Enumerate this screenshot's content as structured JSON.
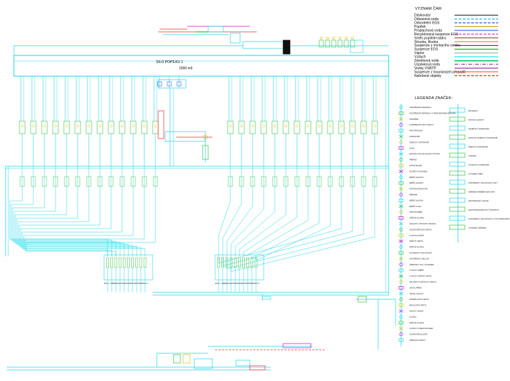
{
  "title_lines": "VÝZNAM ČAR:",
  "title_symbols": "LEGENDA ZNAČEK:",
  "silo_label": "SILO POPÍLKU 1",
  "silo_volume": "1000 m3",
  "line_legend": [
    {
      "label": "Dávkování",
      "color": "#000000",
      "style": "solid"
    },
    {
      "label": "Odsazená voda",
      "color": "#00bcd4",
      "style": "dashed"
    },
    {
      "label": "Odvodnění EGS",
      "color": "#1e3aff",
      "style": "dashed"
    },
    {
      "label": "Popílek",
      "color": "#c49a00",
      "style": "solid"
    },
    {
      "label": "Proplachová voda",
      "color": "#2962ff",
      "style": "solid"
    },
    {
      "label": "Recyklovaná suspenze EGS",
      "color": "#d400d4",
      "style": "dashed"
    },
    {
      "label": "Směs popílek+sádra",
      "color": "#7a5230",
      "style": "solid"
    },
    {
      "label": "Struska, škvára",
      "color": "#ff7043",
      "style": "solid"
    },
    {
      "label": "Suspenze z míchacího centra",
      "color": "#b0005a",
      "style": "solid"
    },
    {
      "label": "Suspenze EGS",
      "color": "#00a000",
      "style": "solid"
    },
    {
      "label": "Vápno",
      "color": "#9e9e9e",
      "style": "solid"
    },
    {
      "label": "Vzduch",
      "color": "#00e5ff",
      "style": "solid"
    },
    {
      "label": "Záměsová voda",
      "color": "#00c853",
      "style": "double"
    },
    {
      "label": "Ucpávková voda",
      "color": "#7b1fa2",
      "style": "dashdot"
    },
    {
      "label": "Vozby VSRTP",
      "color": "#8e24aa",
      "style": "solid"
    },
    {
      "label": "Suspenze z tovaniových přepadů",
      "color": "#e65100",
      "style": "solid"
    },
    {
      "label": "Nařešené objekty",
      "color": "#ff0000",
      "style": "dashed"
    }
  ],
  "symbol_legend_left": [
    "ODSTŘEDIVÉ ČERPADLO",
    "ODSTŘEDIVÉ ČERPADLO S FREKVENČNÍM MĚNIČEM",
    "ZÁSOBNÍK",
    "KOMPRESOR, DMYCHADLO",
    "PROTIPROUDÁ",
    "DOPRAVNÍK",
    "ŠNEKOVÝ DOPRAVNÍK",
    "FILTR",
    "MOKRÁ A SUCHÁ KLAPKA VÝPUSTI",
    "PŘEPAD",
    "RUČNÍ ŠOUPĚ",
    "ŠOUPĚ S POHONEM",
    "MĚŘIČ HUSTOTY",
    "MĚŘIČ HLADINY",
    "ROTAČNÍ DÁVKOVAČ",
    "PŘÍRUBA",
    "MĚŘIČ HLADINY",
    "MĚŘIČ TLAKU",
    "PRŮTOKOMĚR",
    "ZPĚTNÁ KLAPKA",
    "ZÁSUVNÝ VÝPUSTNÝ PROPOJ",
    "ODVZDUŠŇOVACÍ VENTIL",
    "TLAKOVÁ SKŘÍŇ",
    "ZPĚTNÝ VENTIL",
    "ZPĚTNÁ KLAPKA",
    "DYNAMICKÝ ODLUČOVAČ",
    "ODSTŘEDIVÝ OBLOUK",
    "ČERPADLO S EL. POHONEM",
    "TLAKOVÝ MĚŘIČ",
    "TLAKOVÝ ZPĚTNÝ VENTIL",
    "SKLOPNÝ TLAČÍTKOVÝ VENTIL",
    "VENTIL PŘÍMÝ",
    "VENTIL ÚHLOVÝ",
    "ROZDĚLOVACÍ VENTIL",
    "REGULAČNÍ VENTIL",
    "KULOVÝ VENTIL",
    "KLAPKA",
    "ZPĚTNÁ KLAPKA",
    "KLAPKA S PNEUPOHONEM",
    "KLAPKA REGULAČNÍ",
    "OBRACECÍ HRDLO"
  ],
  "symbol_legend_right": [
    "MÍCHADLO",
    "PLOVÁK HLADINY",
    "TRUBKOVÝ DOPRAVNÍK",
    "ROTAČNÍ TRUBKOVÝ DOPRAVNÍK",
    "ŠNEKOVÝ DOPRAVNÍK",
    "KOMORA",
    "ČLUNKOVÝ DOPRAVNÍK",
    "VYNAŠECÍ ŠNEK",
    "ODSTŘEDIVÝ ODLUČOVAČ VODY",
    "ZAŘÍZENÍ ODMĚŘOVÁNÍ VODY",
    "PROTIPROUDÝ POHON",
    "ELEKTROMAGNETICKÝ ŠOUPÁTKO",
    "ODSTŘEDIVÝ ODLUČOVAČ S VÝSTUPEM ZPĚTNÝM",
    "VYNAŠECÍ ZAŘÍZENÍ"
  ],
  "mixing_center_1": "EJS 1 - SMĚR ELEKTROMAGNETICKÉ ČERPADLO 1",
  "mixing_center_2": "EJS 2 - SMĚR ELEKTROMAGNETICKÉ ČERPADLO 2",
  "colors": {
    "pipe": "#16d4e8",
    "equipment_green": "#2ec03a",
    "equipment_yellow": "#e0c000",
    "accent_red": "#ff2020",
    "accent_magenta": "#d400d4",
    "accent_blue": "#1e3aff",
    "legend_text": "#000000"
  }
}
